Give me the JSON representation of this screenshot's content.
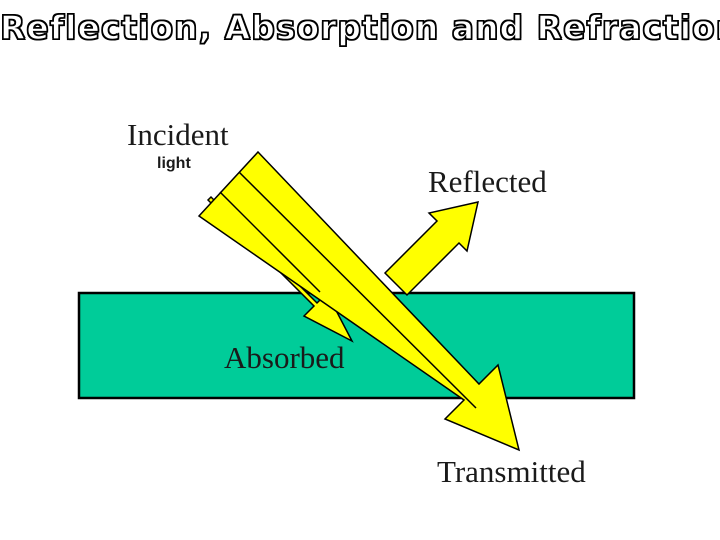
{
  "title": "Reflection, Absorption and Refraction",
  "labels": {
    "incident": "Incident",
    "incident_sub": "light",
    "reflected": "Reflected",
    "absorbed": "Absorbed",
    "transmitted": "Transmitted"
  },
  "colors": {
    "medium": "#00CC99",
    "beam": "#FFFF00",
    "outline": "#000000"
  }
}
